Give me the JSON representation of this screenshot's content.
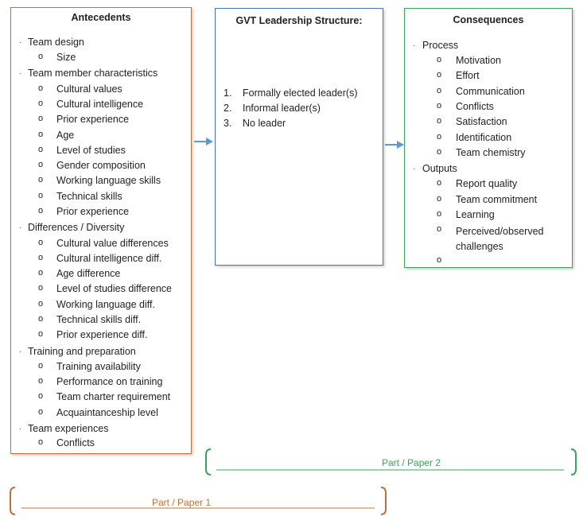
{
  "antecedents": {
    "title": "Antecedents",
    "groups": [
      {
        "label": "Team design",
        "items": [
          "Size"
        ]
      },
      {
        "label": "Team member characteristics",
        "items": [
          "Cultural values",
          "Cultural intelligence",
          "Prior experience",
          "Age",
          "Level of studies",
          "Gender composition",
          "Working language skills",
          "Technical skills",
          "Prior experience"
        ]
      },
      {
        "label": "Differences / Diversity",
        "items": [
          "Cultural value differences",
          "Cultural intelligence diff.",
          "Age difference",
          "Level of studies difference",
          "Working language diff.",
          "Technical skills diff.",
          "Prior experience diff."
        ]
      },
      {
        "label": "Training and preparation",
        "items": [
          "Training availability",
          "Performance on training",
          "Team charter requirement",
          "Acquaintanceship level"
        ]
      },
      {
        "label": "Team experiences",
        "items": [
          "Conflicts"
        ]
      }
    ]
  },
  "structure": {
    "title": "GVT Leadership Structure:",
    "items": [
      {
        "num": "1.",
        "label": "Formally elected leader(s)"
      },
      {
        "num": "2.",
        "label": "Informal leader(s)"
      },
      {
        "num": "3.",
        "label": "No leader"
      }
    ]
  },
  "consequences": {
    "title": "Consequences",
    "groups": [
      {
        "label": "Process",
        "items": [
          "Motivation",
          "Effort",
          "Communication",
          "Conflicts",
          "Satisfaction",
          "Identification",
          "Team chemistry"
        ]
      },
      {
        "label": "Outputs",
        "items": [
          "Report quality",
          "Team commitment",
          "Learning",
          "Perceived/observed challenges",
          ""
        ]
      }
    ]
  },
  "parts": {
    "part2": "Part / Paper 2",
    "part1": "Part / Paper 1"
  },
  "colors": {
    "antecedents_border": "#c0703a",
    "structure_border": "#4472c4",
    "consequences_border": "#3aa35a",
    "arrow": "#5b9bd5"
  }
}
